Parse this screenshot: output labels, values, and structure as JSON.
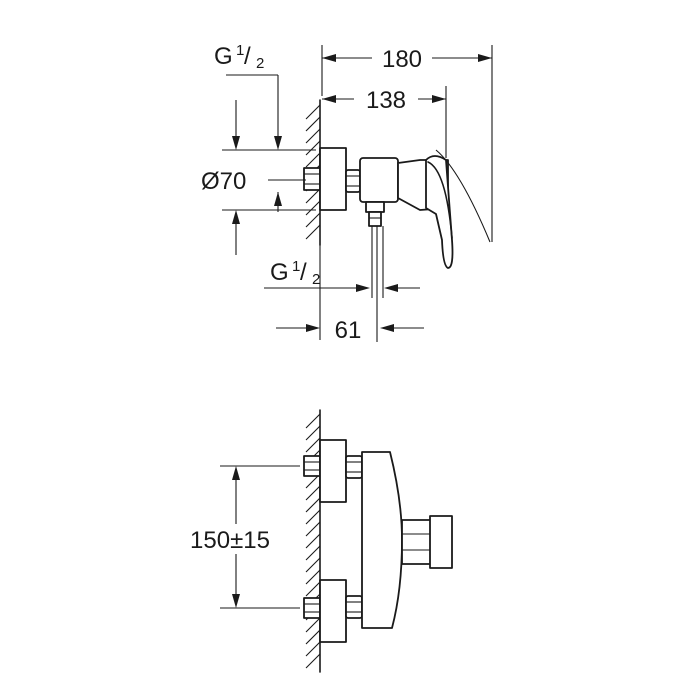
{
  "dimensions": {
    "overall_depth": "180",
    "wall_to_handle": "138",
    "diameter_prefix": "Ø",
    "diameter_value": "70",
    "outlet_offset": "61",
    "inlet_spacing": "150±15"
  },
  "threads": {
    "inlet": {
      "letter": "G",
      "numerator": "1",
      "slash": "/",
      "denominator": "2"
    },
    "outlet": {
      "letter": "G",
      "numerator": "1",
      "slash": "/",
      "denominator": "2"
    }
  },
  "colors": {
    "ink": "#1a1a1a",
    "paper": "#ffffff"
  }
}
